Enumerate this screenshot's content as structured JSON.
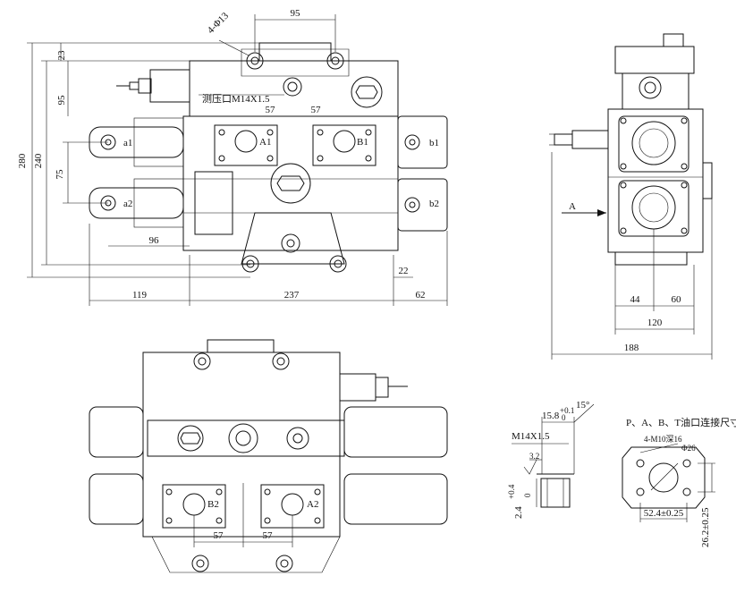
{
  "front_view": {
    "dims": {
      "top_95": "95",
      "hole_label": "4-Φ13",
      "left_23": "23",
      "left_95": "95",
      "left_280": "280",
      "left_240": "240",
      "left_75": "75",
      "port_57_left": "57",
      "port_57_right": "57",
      "bottom_96": "96",
      "right_22": "22",
      "bottom_119": "119",
      "bottom_237": "237",
      "bottom_62": "62"
    },
    "labels": {
      "test_port": "测压口M14X1.5",
      "a1": "a1",
      "a2": "a2",
      "b1": "b1",
      "b2": "b2",
      "A1": "A1",
      "B1": "B1"
    }
  },
  "side_view": {
    "dims": {
      "d44": "44",
      "d60": "60",
      "d120": "120",
      "d188": "188"
    },
    "labels": {
      "A": "A"
    }
  },
  "bottom_view": {
    "dims": {
      "d57_left": "57",
      "d57_right": "57"
    },
    "labels": {
      "B2": "B2",
      "A2": "A2"
    }
  },
  "thread_detail": {
    "thread": "M14X1.5",
    "depth": "15.8",
    "depth_tol_upper": "+0.1",
    "depth_tol_lower": "0",
    "angle": "15°",
    "roughness": "3.2",
    "d24": "2.4",
    "d24_tol_upper": "+0.4",
    "d24_tol_lower": "0"
  },
  "flange_detail": {
    "title": "P、A、B、T油口连接尺寸",
    "bolts": "4-M10深16",
    "phi26": "Φ26",
    "d52": "52.4±0.25",
    "d26": "26.2±0.25"
  }
}
